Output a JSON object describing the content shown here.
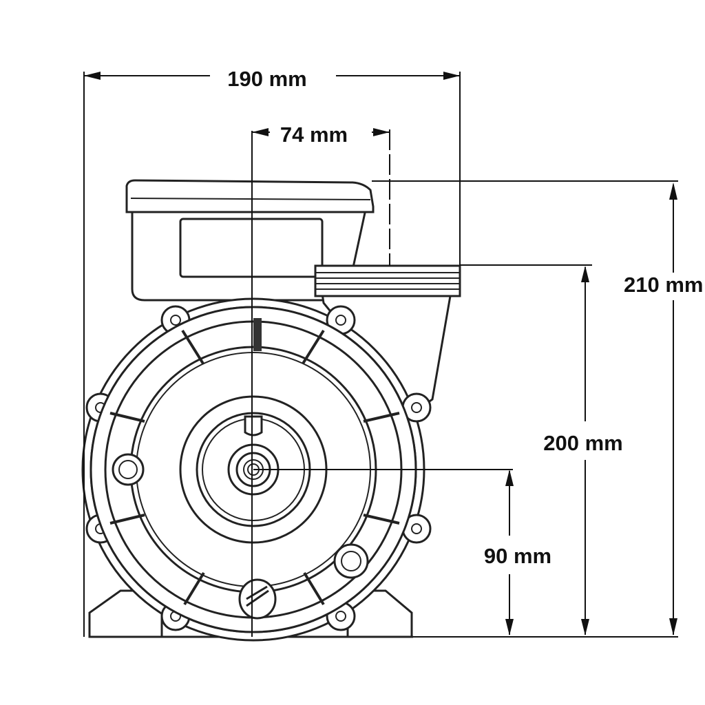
{
  "dimensions": {
    "overall_width": "190 mm",
    "offset_width": "74 mm",
    "overall_height": "210 mm",
    "outlet_height": "200 mm",
    "shaft_height": "90 mm"
  },
  "colors": {
    "line": "#222222",
    "background": "#ffffff"
  }
}
